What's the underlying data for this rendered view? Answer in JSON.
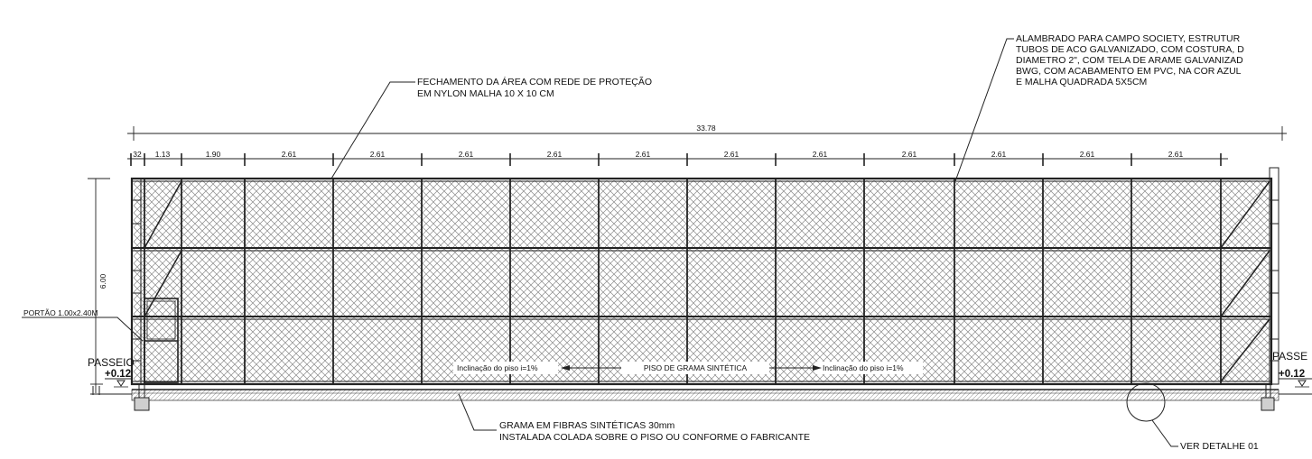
{
  "drawing": {
    "notes": {
      "net_line1": "FECHAMENTO DA ÁREA COM REDE DE PROTEÇÃO",
      "net_line2": "EM NYLON MALHA 10 X 10 CM",
      "fence_line1": "ALAMBRADO PARA CAMPO SOCIETY, ESTRUTUR",
      "fence_line2": "TUBOS DE ACO GALVANIZADO, COM COSTURA, D",
      "fence_line3": "DIAMETRO 2\", COM TELA DE ARAME GALVANIZAD",
      "fence_line4": "BWG, COM ACABAMENTO EM PVC, NA COR AZUL",
      "fence_line5": "E MALHA QUADRADA 5X5CM",
      "grass_line1": "GRAMA EM FIBRAS SINTÉTICAS 30mm",
      "grass_line2": "INSTALADA COLADA SOBRE O PISO OU CONFORME O FABRICANTE",
      "gate": "PORTÃO 1.00x2.40M",
      "detail": "VER DETALHE 01",
      "floor": "PISO DE GRAMA SINTÉTICA",
      "slope_left": "Inclinação do piso i=1%",
      "slope_right": "Inclinação do piso i=1%",
      "passeio_left": "PASSEIO",
      "passeio_right": "PASSE",
      "level_left": "+0.12",
      "level_right": "+0.12"
    },
    "dimensions": {
      "total": "33.78",
      "height": "6.00",
      "segments": [
        "32",
        "1.13",
        "1.90",
        "2.61",
        "2.61",
        "2.61",
        "2.61",
        "2.61",
        "2.61",
        "2.61",
        "2.61",
        "2.61",
        "2.61",
        "2.61"
      ]
    }
  }
}
